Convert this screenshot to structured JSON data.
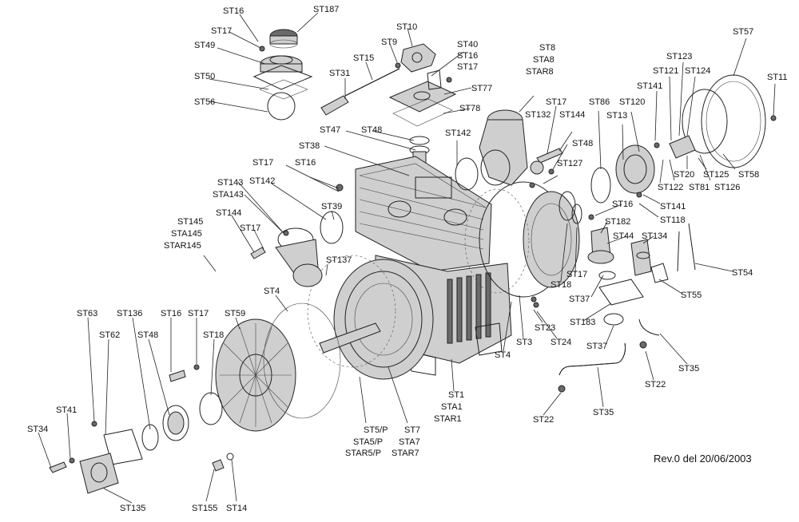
{
  "labels": {
    "st16_top": "ST16",
    "st187": "ST187",
    "st17_top": "ST17",
    "st49": "ST49",
    "st50": "ST50",
    "st56": "ST56",
    "st10": "ST10",
    "st9": "ST9",
    "st40": "ST40",
    "st16_b": "ST16",
    "st17_b": "ST17",
    "st15": "ST15",
    "st31": "ST31",
    "st77": "ST77",
    "st78": "ST78",
    "st47": "ST47",
    "st48_a": "ST48",
    "st38": "ST38",
    "st142_a": "ST142",
    "st8": "ST8",
    "sta8": "STA8",
    "star8": "STAR8",
    "st17_c": "ST17",
    "st132": "ST132",
    "st144_a": "ST144",
    "st86": "ST86",
    "st120": "ST120",
    "st121": "ST121",
    "st123": "ST123",
    "st124": "ST124",
    "st57": "ST57",
    "st11": "ST11",
    "st141_a": "ST141",
    "st13": "ST13",
    "st48_b": "ST48",
    "st127": "ST127",
    "st20": "ST20",
    "st125": "ST125",
    "st58": "ST58",
    "st122": "ST122",
    "st81": "ST81",
    "st126": "ST126",
    "st141_b": "ST141",
    "st118": "ST118",
    "st16_c": "ST16",
    "st182": "ST182",
    "st44": "ST44",
    "st134": "ST134",
    "st54": "ST54",
    "st55": "ST55",
    "st17_d": "ST17",
    "st18_a": "ST18",
    "st37_a": "ST37",
    "st183": "ST183",
    "st37_b": "ST37",
    "st23": "ST23",
    "st24": "ST24",
    "st3": "ST3",
    "st4_a": "ST4",
    "st35_a": "ST35",
    "st22_a": "ST22",
    "st22_b": "ST22",
    "st35_b": "ST35",
    "st17_e": "ST17",
    "st16_d": "ST16",
    "st143": "ST143",
    "sta143": "STA143",
    "st142_b": "ST142",
    "st39": "ST39",
    "st145": "ST145",
    "sta145": "STA145",
    "star145": "STAR145",
    "st144_b": "ST144",
    "st17_f": "ST17",
    "st137": "ST137",
    "st4_b": "ST4",
    "st63": "ST63",
    "st136": "ST136",
    "st16_e": "ST16",
    "st17_g": "ST17",
    "st59": "ST59",
    "st62": "ST62",
    "st48_c": "ST48",
    "st18_b": "ST18",
    "st41": "ST41",
    "st34": "ST34",
    "st135": "ST135",
    "st155": "ST155",
    "st14": "ST14",
    "st5p": "ST5/P",
    "sta5p": "STA5/P",
    "star5p": "STAR5/P",
    "st7": "ST7",
    "sta7": "STA7",
    "star7": "STAR7",
    "st1": "ST1",
    "sta1": "STA1",
    "star1": "STAR1"
  },
  "revision": "Rev.0 del 20/06/2003"
}
